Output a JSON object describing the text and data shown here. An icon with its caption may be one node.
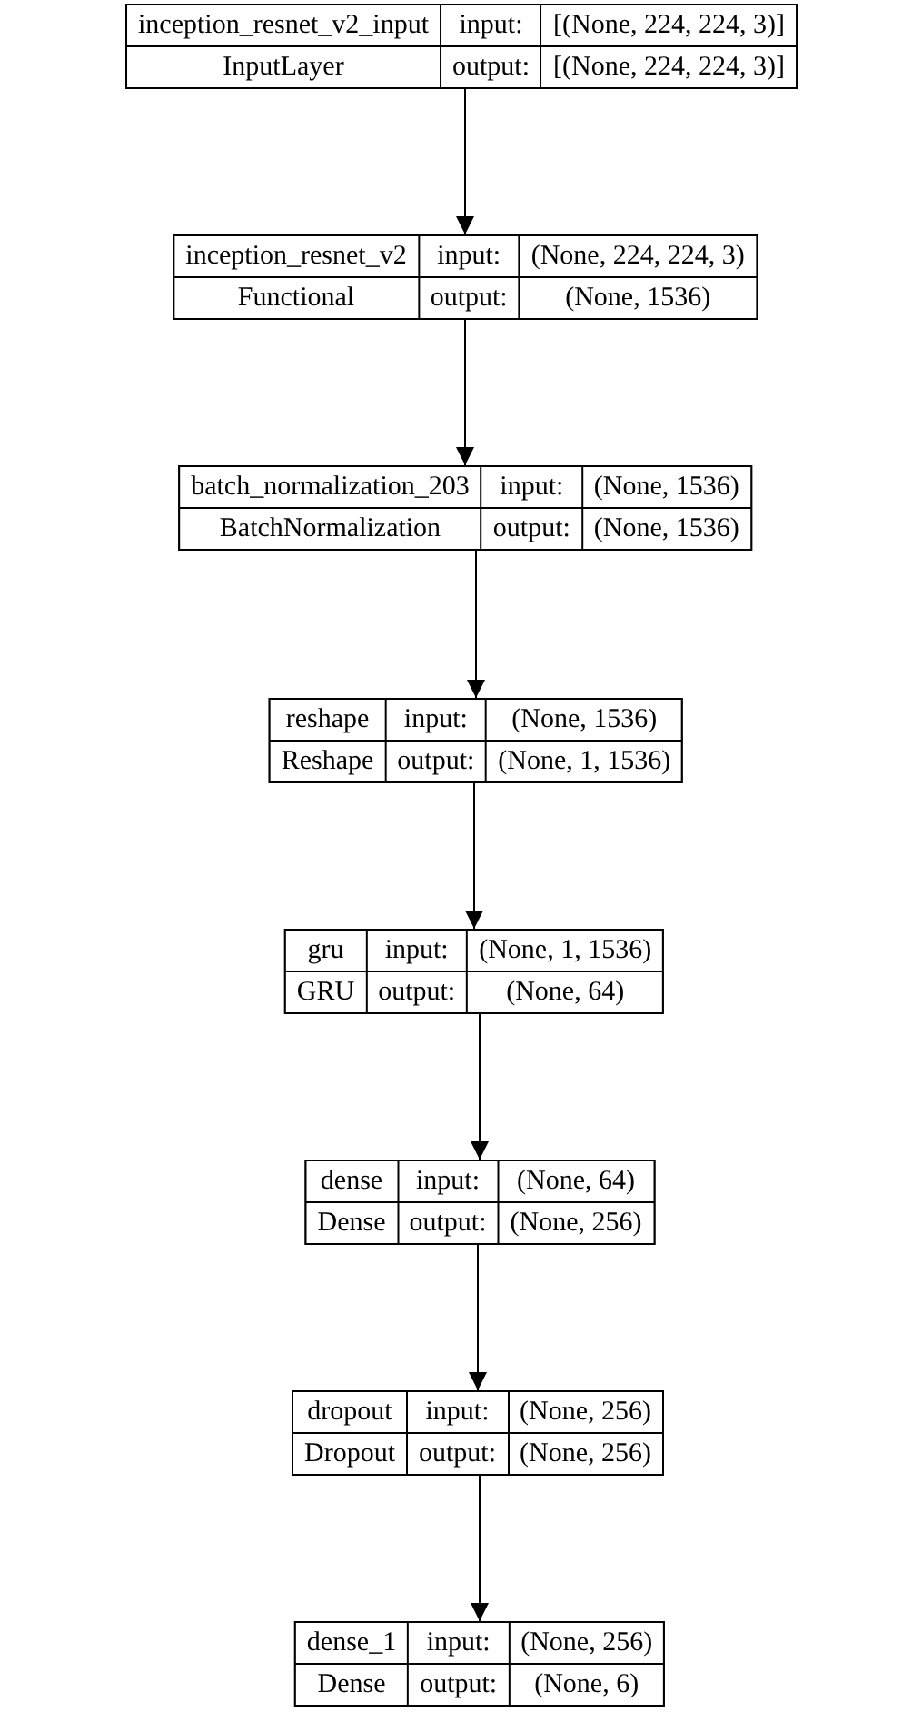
{
  "diagram": {
    "nodes": [
      {
        "text": [
          "inception_resnet_v2_input",
          "input:",
          "[(None, 224, 224, 3)]",
          "InputLayer",
          "output:",
          "[(None, 224, 224, 3)]"
        ]
      },
      {
        "text": [
          "inception_resnet_v2",
          "input:",
          "(None, 224, 224, 3)",
          "Functional",
          "output:",
          "(None, 1536)"
        ]
      },
      {
        "text": [
          "batch_normalization_203",
          "input:",
          "(None, 1536)",
          "BatchNormalization",
          "output:",
          "(None, 1536)"
        ]
      },
      {
        "text": [
          "reshape",
          "input:",
          "(None, 1536)",
          "Reshape",
          "output:",
          "(None, 1, 1536)"
        ]
      },
      {
        "text": [
          "gru",
          "input:",
          "(None, 1, 1536)",
          "GRU",
          "output:",
          "(None, 64)"
        ]
      },
      {
        "text": [
          "dense",
          "input:",
          "(None, 64)",
          "Dense",
          "output:",
          "(None, 256)"
        ]
      },
      {
        "text": [
          "dropout",
          "input:",
          "(None, 256)",
          "Dropout",
          "output:",
          "(None, 256)"
        ]
      },
      {
        "text": [
          "dense_1",
          "input:",
          "(None, 256)",
          "Dense",
          "output:",
          "(None, 6)"
        ]
      }
    ],
    "edges": [
      {
        "from": 0,
        "to": 1,
        "arrow": "to"
      },
      {
        "from": 1,
        "to": 2,
        "arrow": "to"
      },
      {
        "from": 2,
        "to": 3,
        "arrow": "to"
      },
      {
        "from": 3,
        "to": 4,
        "arrow": "to"
      },
      {
        "from": 4,
        "to": 5,
        "arrow": "to"
      },
      {
        "from": 5,
        "to": 6,
        "arrow": "to"
      },
      {
        "from": 6,
        "to": 7,
        "arrow": "to"
      }
    ]
  }
}
